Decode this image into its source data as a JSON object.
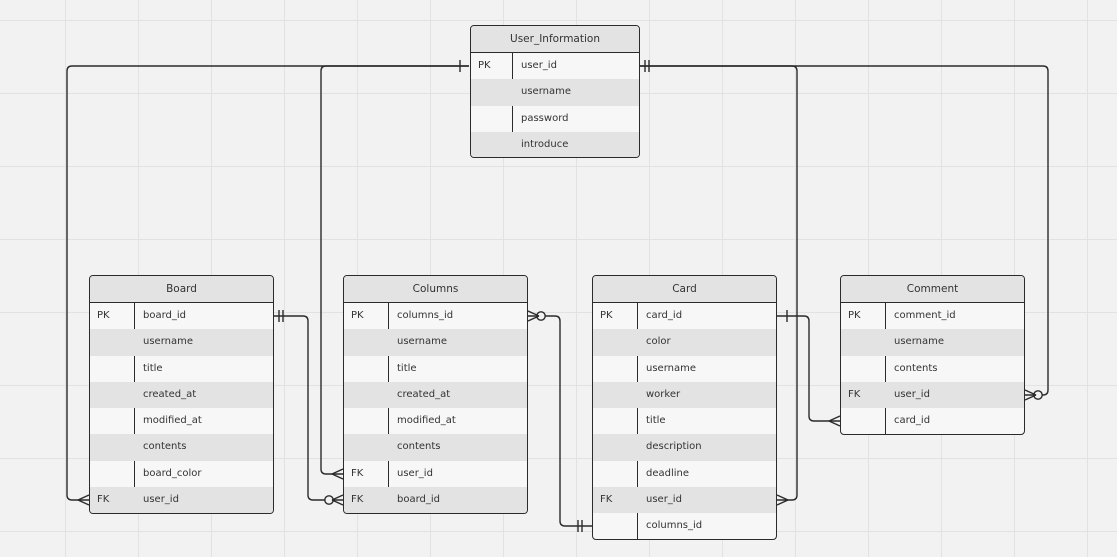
{
  "diagram": {
    "entities": [
      {
        "id": "user_information",
        "title": "User_Information",
        "rows": [
          {
            "key": "PK",
            "field": "user_id"
          },
          {
            "key": "",
            "field": "username"
          },
          {
            "key": "",
            "field": "password"
          },
          {
            "key": "",
            "field": "introduce"
          }
        ]
      },
      {
        "id": "board",
        "title": "Board",
        "rows": [
          {
            "key": "PK",
            "field": "board_id"
          },
          {
            "key": "",
            "field": "username"
          },
          {
            "key": "",
            "field": "title"
          },
          {
            "key": "",
            "field": "created_at"
          },
          {
            "key": "",
            "field": "modified_at"
          },
          {
            "key": "",
            "field": "contents"
          },
          {
            "key": "",
            "field": "board_color"
          },
          {
            "key": "FK",
            "field": "user_id"
          }
        ]
      },
      {
        "id": "columns",
        "title": "Columns",
        "rows": [
          {
            "key": "PK",
            "field": "columns_id"
          },
          {
            "key": "",
            "field": "username"
          },
          {
            "key": "",
            "field": "title"
          },
          {
            "key": "",
            "field": "created_at"
          },
          {
            "key": "",
            "field": "modified_at"
          },
          {
            "key": "",
            "field": "contents"
          },
          {
            "key": "FK",
            "field": "user_id"
          },
          {
            "key": "FK",
            "field": "board_id"
          }
        ]
      },
      {
        "id": "card",
        "title": "Card",
        "rows": [
          {
            "key": "PK",
            "field": "card_id"
          },
          {
            "key": "",
            "field": "color"
          },
          {
            "key": "",
            "field": "username"
          },
          {
            "key": "",
            "field": "worker"
          },
          {
            "key": "",
            "field": "title"
          },
          {
            "key": "",
            "field": "description"
          },
          {
            "key": "",
            "field": "deadline"
          },
          {
            "key": "FK",
            "field": "user_id"
          },
          {
            "key": "",
            "field": "columns_id"
          }
        ]
      },
      {
        "id": "comment",
        "title": "Comment",
        "rows": [
          {
            "key": "PK",
            "field": "comment_id"
          },
          {
            "key": "",
            "field": "username"
          },
          {
            "key": "",
            "field": "contents"
          },
          {
            "key": "FK",
            "field": "user_id"
          },
          {
            "key": "",
            "field": "card_id"
          }
        ]
      }
    ],
    "relationships": [
      {
        "from": "user_information.user_id",
        "to": "board.user_id",
        "from_card": "one",
        "to_card": "many"
      },
      {
        "from": "user_information.user_id",
        "to": "columns.user_id",
        "from_card": "one",
        "to_card": "many"
      },
      {
        "from": "user_information.user_id",
        "to": "card.user_id",
        "from_card": "one-and-only-one",
        "to_card": "many"
      },
      {
        "from": "user_information.user_id",
        "to": "comment.user_id",
        "from_card": "one-and-only-one",
        "to_card": "zero-or-many"
      },
      {
        "from": "board.board_id",
        "to": "columns.board_id",
        "from_card": "one-and-only-one",
        "to_card": "zero-or-many"
      },
      {
        "from": "columns.columns_id",
        "to": "card.columns_id",
        "from_card": "zero-or-many",
        "to_card": "one-and-only-one"
      },
      {
        "from": "card.card_id",
        "to": "comment.card_id",
        "from_card": "one",
        "to_card": "many"
      }
    ]
  }
}
